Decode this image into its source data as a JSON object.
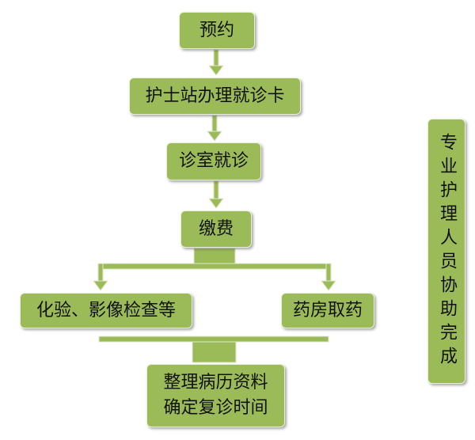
{
  "colors": {
    "box": "#9bbb59",
    "connector": "#9bbb59"
  },
  "steps": {
    "appointment": "预约",
    "nurse_station": "护士站办理就诊卡",
    "consultation": "诊室就诊",
    "payment": "缴费",
    "tests": "化验、影像检查等",
    "pharmacy": "药房取药",
    "final_line1": "整理病历资料",
    "final_line2": "确定复诊时间"
  },
  "side_note": "专业护理人员协助完成"
}
